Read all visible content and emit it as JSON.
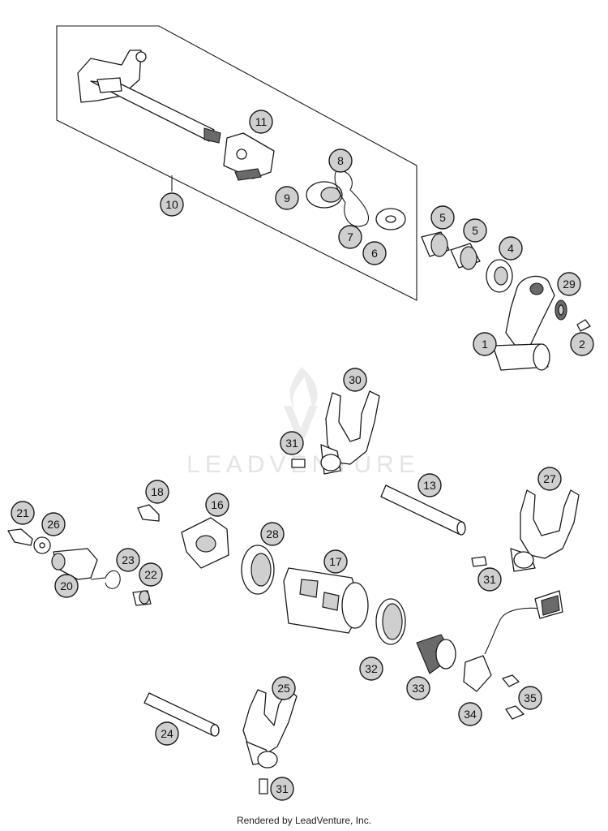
{
  "watermark": "LEADVENTURE",
  "footer": "Rendered by LeadVenture, Inc.",
  "callouts": [
    "10",
    "11",
    "8",
    "9",
    "7",
    "6",
    "5",
    "5",
    "4",
    "29",
    "1",
    "2",
    "30",
    "31",
    "13",
    "27",
    "18",
    "21",
    "16",
    "26",
    "28",
    "17",
    "23",
    "22",
    "20",
    "31",
    "32",
    "33",
    "34",
    "35",
    "25",
    "24",
    "31"
  ]
}
